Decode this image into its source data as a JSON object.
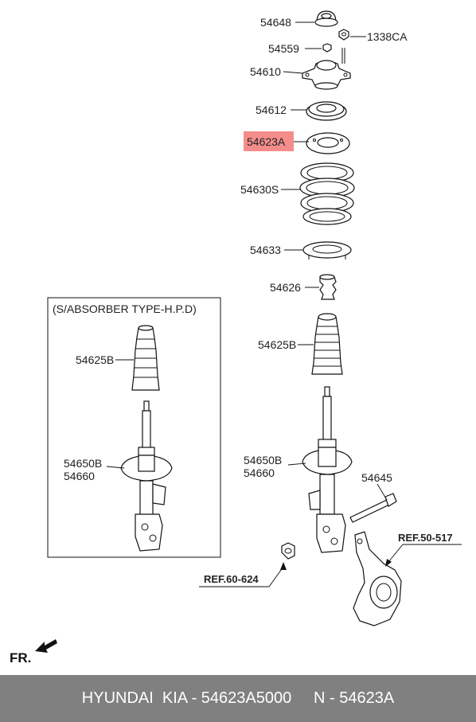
{
  "labels": {
    "p54648": "54648",
    "p1338ca": "1338CA",
    "p54559": "54559",
    "p54610": "54610",
    "p54612": "54612",
    "p54623a": "54623A",
    "p54630s": "54630S",
    "p54633": "54633",
    "p54626": "54626",
    "p54625b_main": "54625B",
    "p54650b_main": "54650B",
    "p54660_main": "54660",
    "p54645": "54645",
    "ref_50_517": "REF.50-517",
    "ref_60_624": "REF.60-624",
    "inset_title": "(S/ABSORBER TYPE-H.P.D)",
    "p54625b_inset": "54625B",
    "p54650b_inset": "54650B",
    "p54660_inset": "54660",
    "fr": "FR."
  },
  "colors": {
    "highlight": "#f58c8c",
    "footer_bg": "#808080"
  },
  "footer": {
    "text": "HYUNDAI  KIA - 54623A5000     N - 54623A"
  }
}
